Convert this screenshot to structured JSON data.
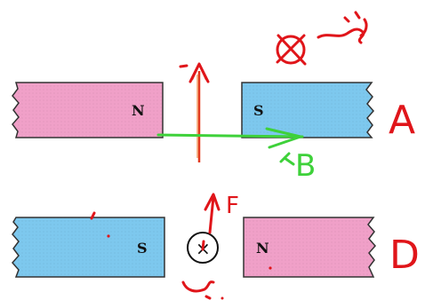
{
  "colors": {
    "north_pole": "#f0a0c8",
    "south_pole": "#7dc8ee",
    "current": "#e23a1f",
    "field": "#3ed13a",
    "annotation": "#e0151a"
  },
  "magnets": {
    "top_left_pole": "N",
    "top_right_pole": "S",
    "bottom_left_pole": "S",
    "bottom_right_pole": "N"
  },
  "annotations": {
    "case_a": "A",
    "case_d": "D",
    "field": "B",
    "force": "F",
    "current_symbol": "×"
  }
}
